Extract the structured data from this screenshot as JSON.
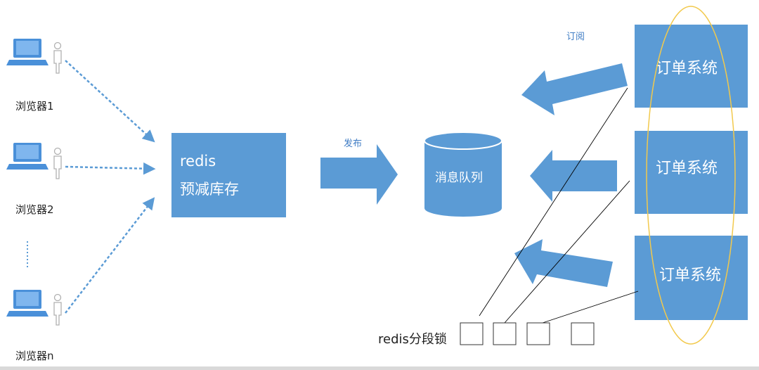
{
  "browsers": [
    {
      "label": "浏览器1"
    },
    {
      "label": "浏览器2"
    },
    {
      "label": "浏览器n"
    }
  ],
  "redis_box": {
    "line1": "redis",
    "line2": "预减库存"
  },
  "publish_label": "发布",
  "queue_label": "消息队列",
  "subscribe_label": "订阅",
  "order_systems": [
    {
      "label": "订单系统"
    },
    {
      "label": "订单系统"
    },
    {
      "label": "订单系统"
    }
  ],
  "lock_label": "redis分段锁",
  "lock_segment_count": 4,
  "colors": {
    "block": "#5b9bd5",
    "block_text": "#ffffff",
    "arrow": "#5b9bd5",
    "dotted": "#5b9bd5",
    "ellipse": "#f2c94c",
    "label_blue": "#3f7cc4",
    "dark_text": "#222222"
  }
}
